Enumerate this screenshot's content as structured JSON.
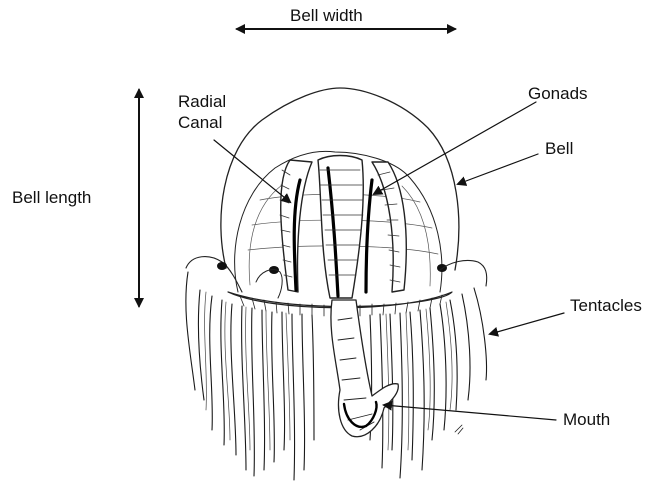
{
  "labels": {
    "bell_width": "Bell width",
    "radial_canal_line1": "Radial",
    "radial_canal_line2": "Canal",
    "gonads": "Gonads",
    "bell": "Bell",
    "bell_length": "Bell length",
    "tentacles": "Tentacles",
    "mouth": "Mouth"
  }
}
